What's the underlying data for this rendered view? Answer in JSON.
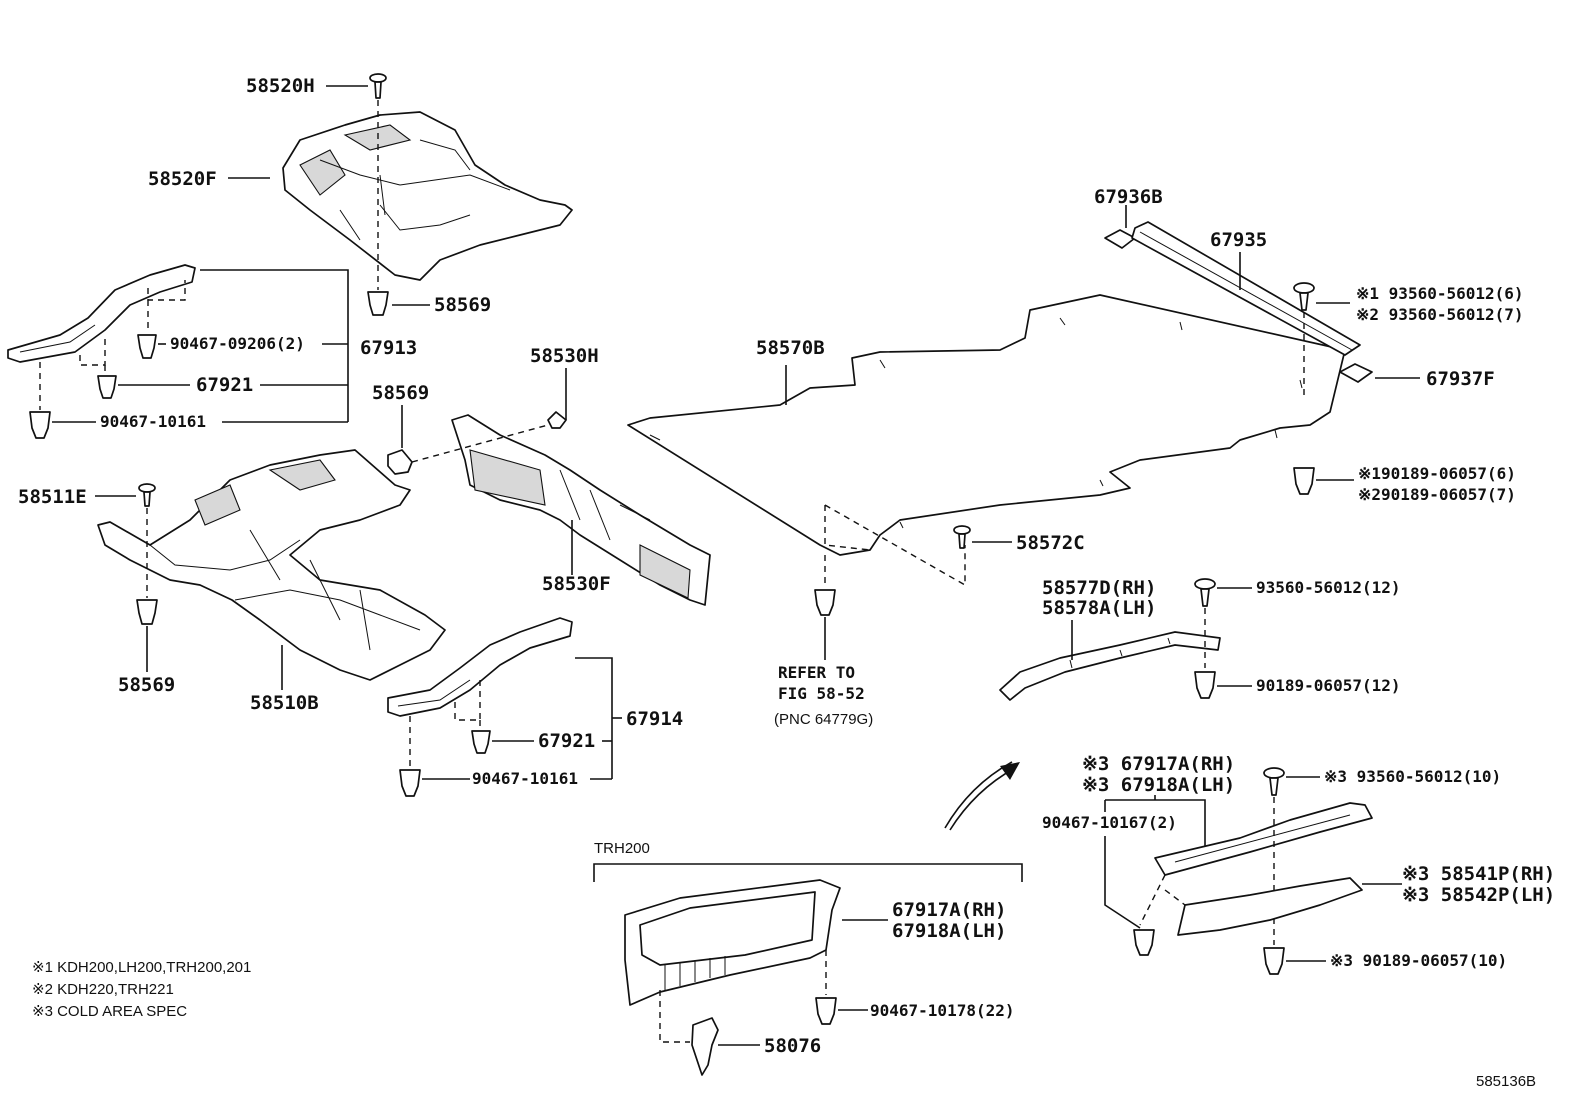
{
  "colors": {
    "ink": "#111111",
    "paper": "#ffffff",
    "shade": "#d8d8d8"
  },
  "labels": {
    "p58520H": "58520H",
    "p58520F": "58520F",
    "p58569_top": "58569",
    "p90467_09206": "90467-09206(2)",
    "p67913": "67913",
    "p67921_a": "67921",
    "p90467_10161_a": "90467-10161",
    "p58569_mid": "58569",
    "p58530H": "58530H",
    "p58511E": "58511E",
    "p58530F": "58530F",
    "p58569_left": "58569",
    "p58510B": "58510B",
    "p67914": "67914",
    "p67921_b": "67921",
    "p90467_10161_b": "90467-10161",
    "p67936B": "67936B",
    "p67935": "67935",
    "p58570B": "58570B",
    "p93560_1": "※1 93560-56012(6)",
    "p93560_2": "※2 93560-56012(7)",
    "p67937F": "67937F",
    "p90189_1": "※190189-06057(6)",
    "p90189_2": "※290189-06057(7)",
    "p58572C": "58572C",
    "p58577D": "58577D(RH)",
    "p58578A": "58578A(LH)",
    "p93560_12": "93560-56012(12)",
    "p90189_12": "90189-06057(12)",
    "refer1": "REFER TO",
    "refer2": "FIG 58-52",
    "refer3": "(PNC 64779G)",
    "p67917A_3": "※3  67917A(RH)",
    "p67918A_3": "※3  67918A(LH)",
    "p93560_10": "※3  93560-56012(10)",
    "p90467_10167": "90467-10167(2)",
    "p58541P": "※3  58541P(RH)",
    "p58542P": "※3  58542P(LH)",
    "p90189_10": "※3  90189-06057(10)",
    "trh200": "TRH200",
    "p67917A": "67917A(RH)",
    "p67918A": "67918A(LH)",
    "p90467_10178": "90467-10178(22)",
    "p58076": "58076",
    "fig_id": "585136B"
  },
  "notes": [
    "※1 KDH200,LH200,TRH200,201",
    "※2 KDH220,TRH221",
    "※3 COLD AREA SPEC"
  ]
}
